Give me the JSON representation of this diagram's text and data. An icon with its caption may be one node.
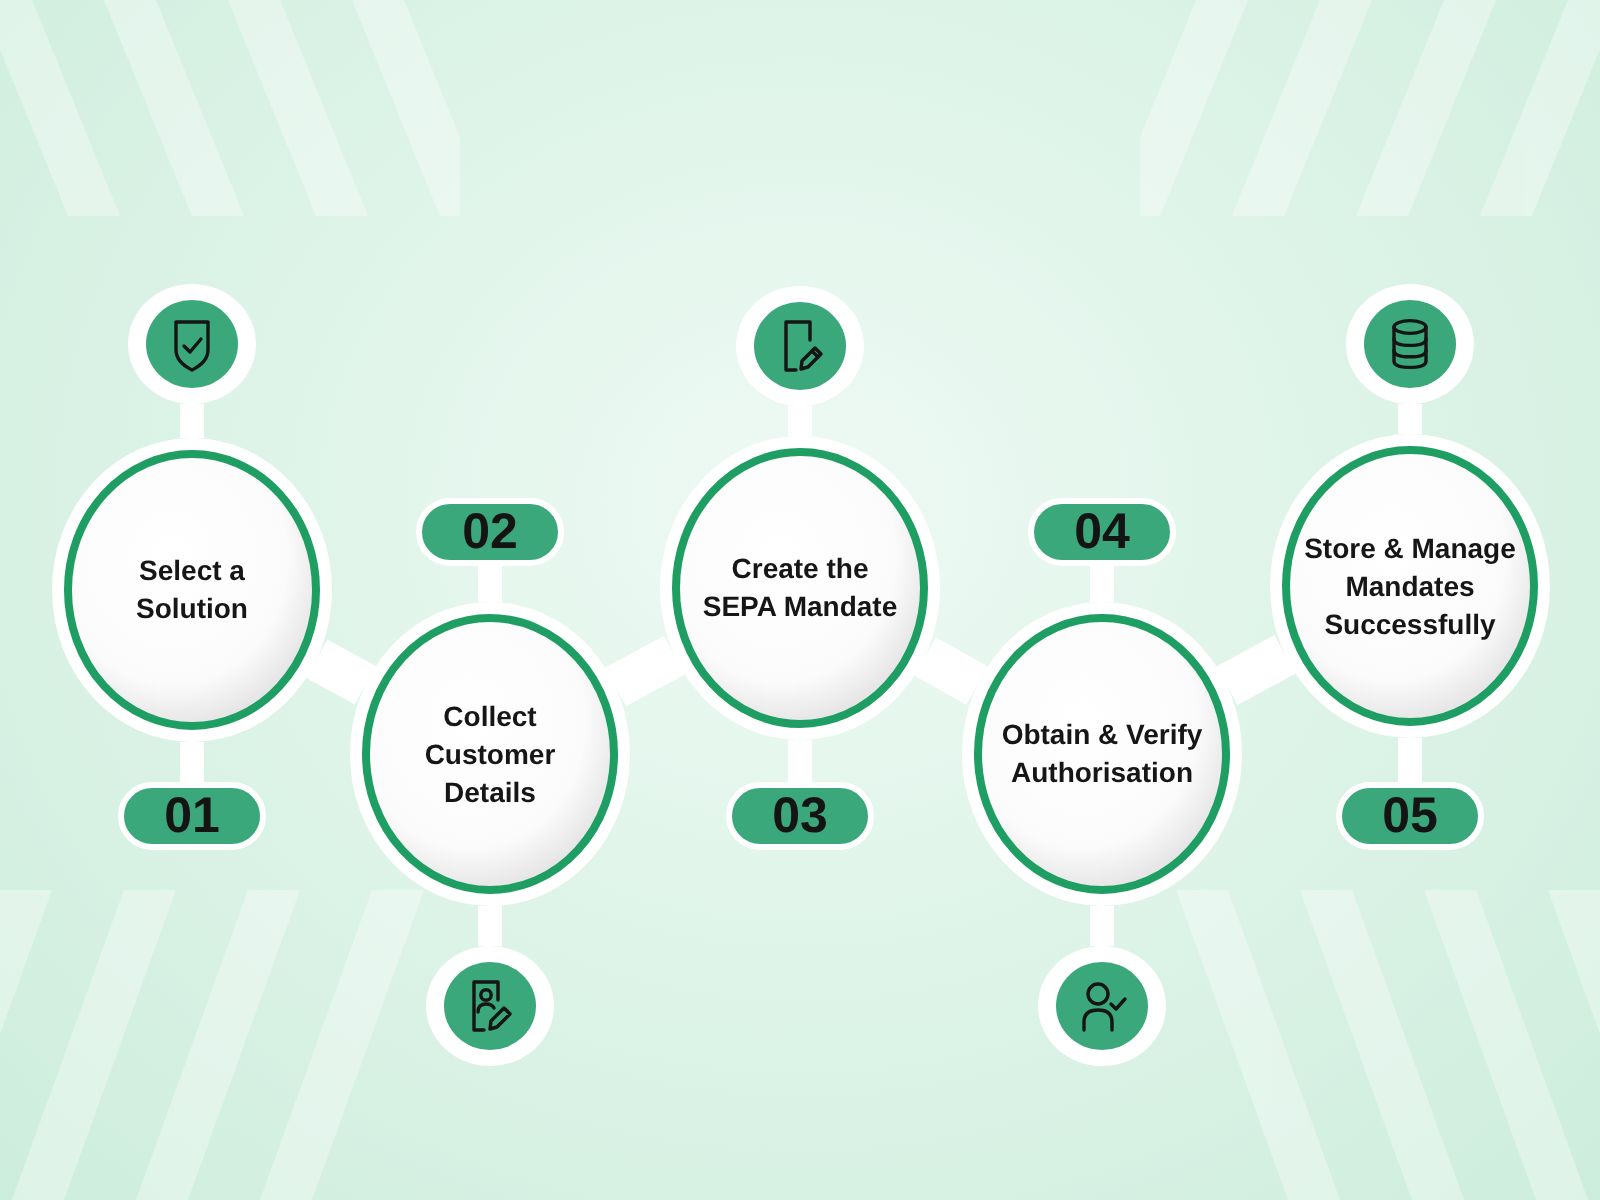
{
  "diagram": {
    "nodes": [
      {
        "text": [
          "Select a Solution"
        ]
      },
      {
        "text": [
          "01"
        ]
      },
      {
        "text": [],
        "shape": "circle"
      },
      {
        "text": [
          "Collect Customer Details"
        ]
      },
      {
        "text": [
          "02"
        ]
      },
      {
        "text": [],
        "shape": "circle"
      },
      {
        "text": [
          "Create the SEPA Mandate"
        ]
      },
      {
        "text": [
          "03"
        ]
      },
      {
        "text": [],
        "shape": "circle"
      },
      {
        "text": [
          "Obtain & Verify Authorisation"
        ]
      },
      {
        "text": [
          "04"
        ]
      },
      {
        "text": [],
        "shape": "circle"
      },
      {
        "text": [
          "Store & Manage Mandates Successfully"
        ]
      },
      {
        "text": [
          "05"
        ]
      },
      {
        "text": [],
        "shape": "circle"
      }
    ],
    "edges": [
      {
        "from": 2,
        "to": 0,
        "arrow": "none"
      },
      {
        "from": 0,
        "to": 1,
        "arrow": "none"
      },
      {
        "from": 0,
        "to": 3,
        "arrow": "none",
        "style": "thick"
      },
      {
        "from": 4,
        "to": 3,
        "arrow": "none"
      },
      {
        "from": 3,
        "to": 5,
        "arrow": "none"
      },
      {
        "from": 3,
        "to": 6,
        "arrow": "none",
        "style": "thick"
      },
      {
        "from": 8,
        "to": 6,
        "arrow": "none"
      },
      {
        "from": 6,
        "to": 7,
        "arrow": "none"
      },
      {
        "from": 6,
        "to": 9,
        "arrow": "none",
        "style": "thick"
      },
      {
        "from": 10,
        "to": 9,
        "arrow": "none"
      },
      {
        "from": 9,
        "to": 11,
        "arrow": "none"
      },
      {
        "from": 9,
        "to": 12,
        "arrow": "none",
        "style": "thick"
      },
      {
        "from": 14,
        "to": 12,
        "arrow": "none"
      },
      {
        "from": 12,
        "to": 13,
        "arrow": "none"
      }
    ]
  }
}
